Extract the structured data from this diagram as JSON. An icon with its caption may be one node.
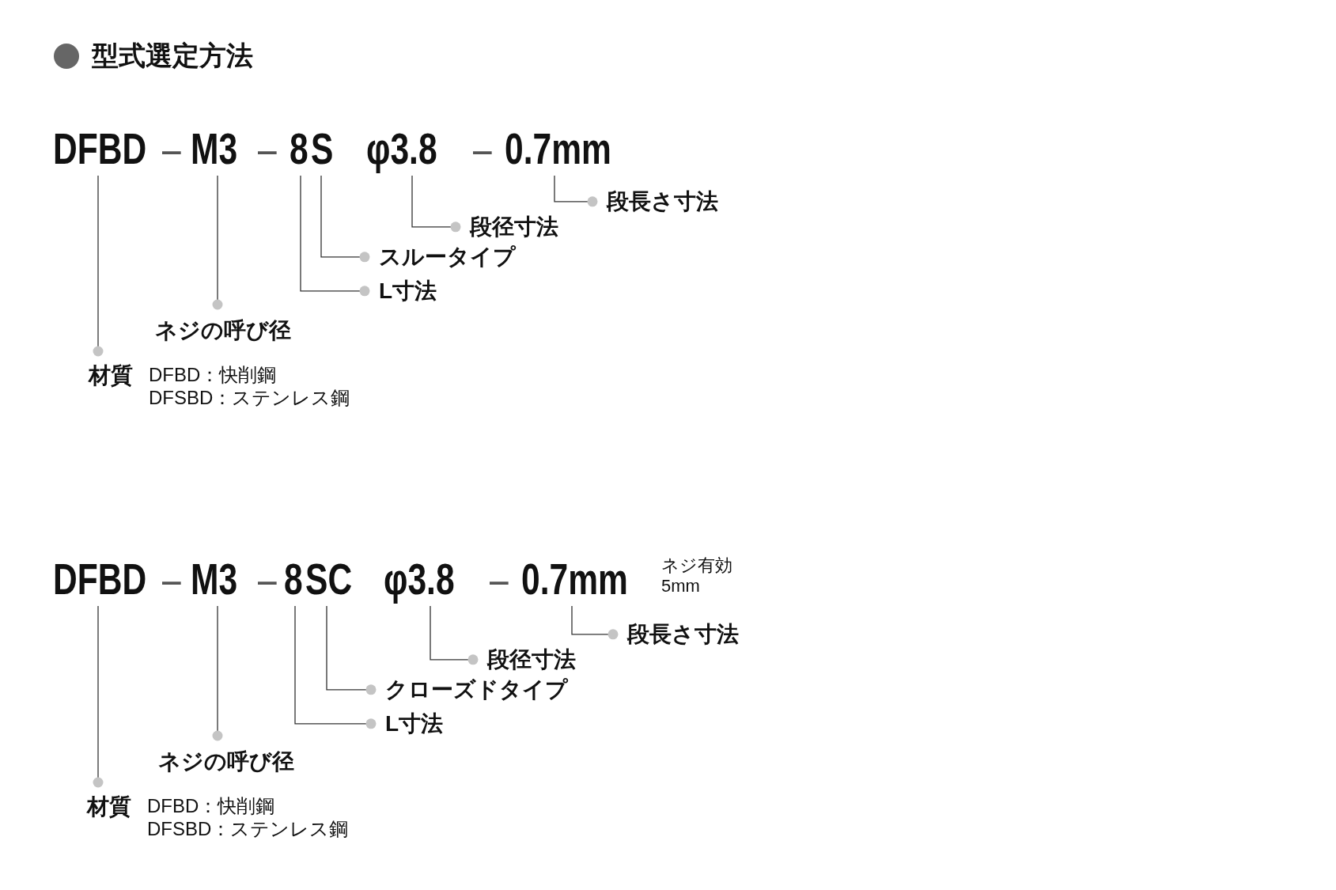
{
  "diagram": {
    "title": "型式選定方法",
    "nodes": [
      {
        "text": [
          "DFBD"
        ]
      },
      {
        "text": [
          "M3"
        ]
      },
      {
        "text": [
          "8"
        ]
      },
      {
        "text": [
          "S"
        ]
      },
      {
        "text": [
          "φ3.8"
        ]
      },
      {
        "text": [
          "0.7mm"
        ]
      },
      {
        "text": [
          "段長さ寸法"
        ]
      },
      {
        "text": [
          "段径寸法"
        ]
      },
      {
        "text": [
          "スルータイプ"
        ]
      },
      {
        "text": [
          "L寸法"
        ]
      },
      {
        "text": [
          "ネジの呼び径"
        ]
      },
      {
        "text": [
          "材質",
          "DFBD：快削鋼",
          "DFSBD：ステンレス鋼"
        ]
      },
      {
        "text": [
          "DFBD"
        ]
      },
      {
        "text": [
          "M3"
        ]
      },
      {
        "text": [
          "8"
        ]
      },
      {
        "text": [
          "SC"
        ]
      },
      {
        "text": [
          "φ3.8"
        ]
      },
      {
        "text": [
          "0.7mm"
        ],
        "beside": [
          "ネジ有効5mm"
        ]
      },
      {
        "text": [
          "段長さ寸法"
        ]
      },
      {
        "text": [
          "段径寸法"
        ]
      },
      {
        "text": [
          "クローズドタイプ"
        ]
      },
      {
        "text": [
          "L寸法"
        ]
      },
      {
        "text": [
          "ネジの呼び径"
        ]
      },
      {
        "text": [
          "材質",
          "DFBD：快削鋼",
          "DFSBD：ステンレス鋼"
        ]
      }
    ],
    "edges": [
      {
        "from": 0,
        "to": 11,
        "arrow": "other"
      },
      {
        "from": 1,
        "to": 10,
        "arrow": "other"
      },
      {
        "from": 2,
        "to": 9,
        "arrow": "other"
      },
      {
        "from": 3,
        "to": 8,
        "arrow": "other"
      },
      {
        "from": 4,
        "to": 7,
        "arrow": "other"
      },
      {
        "from": 5,
        "to": 6,
        "arrow": "other"
      },
      {
        "from": 12,
        "to": 23,
        "arrow": "other"
      },
      {
        "from": 13,
        "to": 22,
        "arrow": "other"
      },
      {
        "from": 14,
        "to": 21,
        "arrow": "other"
      },
      {
        "from": 15,
        "to": 20,
        "arrow": "other"
      },
      {
        "from": 16,
        "to": 19,
        "arrow": "other"
      },
      {
        "from": 17,
        "to": 18,
        "arrow": "other"
      }
    ],
    "labels": [
      "–",
      "–",
      "–",
      "–",
      "–",
      "–"
    ]
  }
}
